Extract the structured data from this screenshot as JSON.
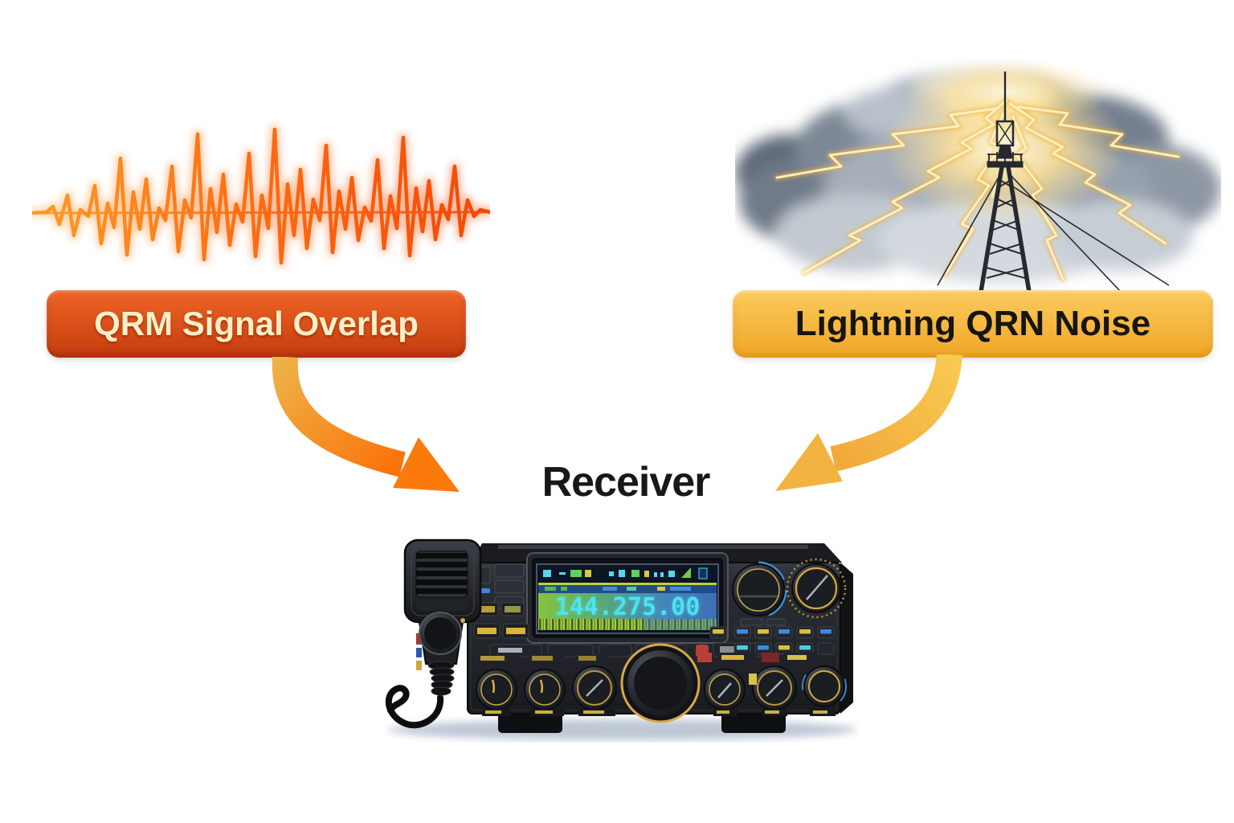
{
  "scene": {
    "background": "#ffffff",
    "description": "QRM and QRN interference sources feeding into a ham radio receiver"
  },
  "qrm": {
    "label": "QRM Signal Overlap",
    "graphic": "noise-waveform-icon"
  },
  "qrn": {
    "label": "Lightning QRN Noise",
    "graphic": "storm-cloud-lightning-antenna-icon"
  },
  "receiver": {
    "title": "Receiver",
    "frequency": "144.275.00",
    "graphic": "ham-radio-transceiver-illustration"
  },
  "theme": {
    "bg": "#ffffff",
    "qrm_bg_top": "#ef6526",
    "qrm_bg_bottom": "#c43c0e",
    "qrm_text": "#fdf0c8",
    "qrn_bg_top": "#fbcb5e",
    "qrn_bg_bottom": "#f0a626",
    "qrn_text": "#161512",
    "receiver_text": "#17181a",
    "wave_start": "#ff9a28",
    "wave_end": "#ff4505",
    "arrow_left_start": "#eeb248",
    "arrow_left_end": "#fb7208",
    "arrow_right_start": "#f8ca52",
    "arrow_right_end": "#f1a93a",
    "lightning_glow": "#f2b338",
    "lightning_core": "#fff1c4",
    "lcd_digits": "#4be4f0",
    "lcd_green": "#7fbe42",
    "lcd_blue": "#3d6eb6",
    "radio_body": "#24272d"
  }
}
